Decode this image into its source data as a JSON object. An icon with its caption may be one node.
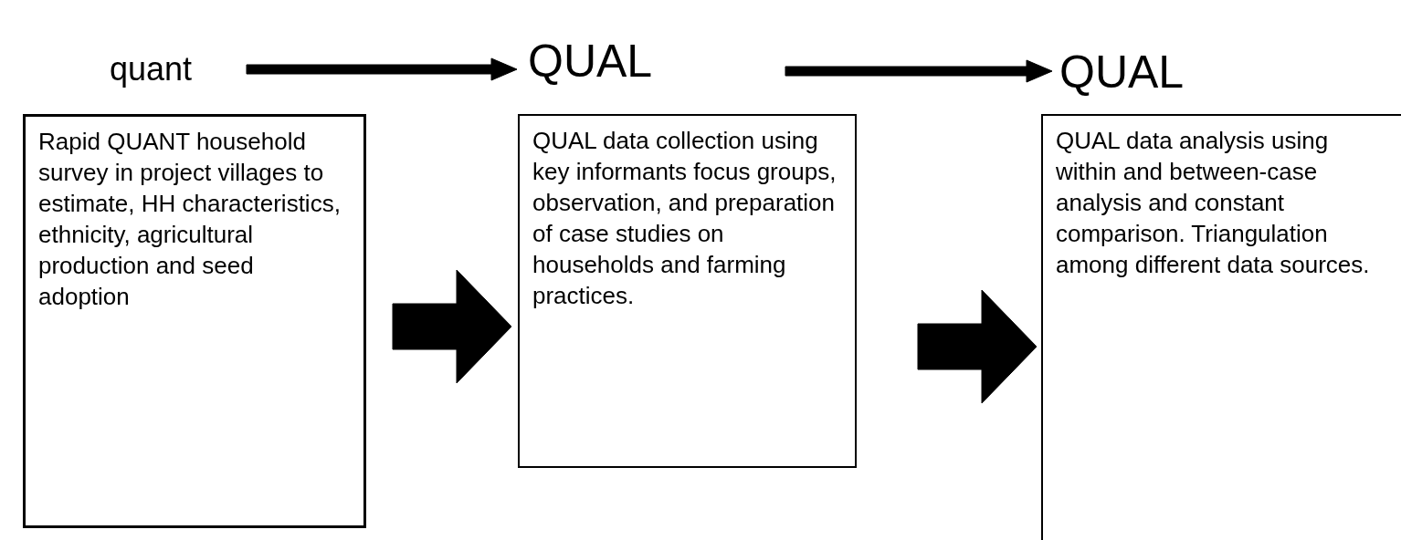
{
  "diagram": {
    "nodes": [
      {
        "text": [
          "quant"
        ]
      },
      {
        "text": [
          "QUAL"
        ]
      },
      {
        "text": [
          "QUAL"
        ]
      },
      {
        "text": [
          "Rapid QUANT household survey in project villages to estimate, HH characteristics, ethnicity, agricultural production and seed adoption"
        ]
      },
      {
        "text": [
          "QUAL data collection using key informants focus groups, observation, and preparation of case studies on households and farming practices."
        ]
      },
      {
        "text": [
          "QUAL data analysis using within and between-case analysis and constant comparison. Triangulation among different data sources."
        ]
      }
    ],
    "edges": [
      {
        "from": 0,
        "to": 1,
        "arrow": "to",
        "style": "thick"
      },
      {
        "from": 1,
        "to": 2,
        "arrow": "to",
        "style": "thick"
      },
      {
        "from": 3,
        "to": 4,
        "arrow": "to",
        "style": "thick"
      },
      {
        "from": 4,
        "to": 5,
        "arrow": "to",
        "style": "thick"
      }
    ]
  }
}
